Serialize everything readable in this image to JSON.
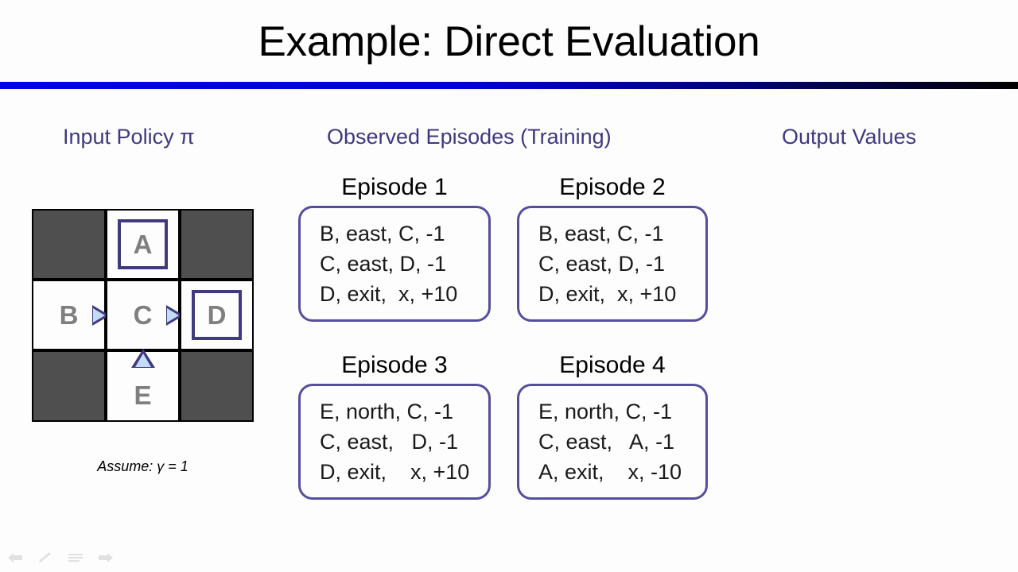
{
  "slide": {
    "title": "Example: Direct Evaluation",
    "rule_gradient_from": "#0000ee",
    "rule_gradient_to": "#000000",
    "background": "#fdfdfd"
  },
  "headers": {
    "input_policy": "Input Policy π",
    "observed_episodes": "Observed Episodes (Training)",
    "output_values": "Output Values",
    "color": "#3f3880"
  },
  "gridworld": {
    "rows": 3,
    "cols": 3,
    "wall_color": "#4f4f4f",
    "open_color": "#fdfdfd",
    "letter_color": "#7f7f7f",
    "accent_color": "#40397e",
    "arrow_fill": "#c3dcf5",
    "cells": [
      {
        "id": "r0c0",
        "type": "wall",
        "label": "",
        "terminal": false,
        "arrow": "none"
      },
      {
        "id": "A",
        "type": "open",
        "label": "A",
        "terminal": true,
        "arrow": "none"
      },
      {
        "id": "r0c2",
        "type": "wall",
        "label": "",
        "terminal": false,
        "arrow": "none"
      },
      {
        "id": "B",
        "type": "open",
        "label": "B",
        "terminal": false,
        "arrow": "east"
      },
      {
        "id": "C",
        "type": "open",
        "label": "C",
        "terminal": false,
        "arrow": "east"
      },
      {
        "id": "D",
        "type": "open",
        "label": "D",
        "terminal": true,
        "arrow": "none"
      },
      {
        "id": "r2c0",
        "type": "wall",
        "label": "",
        "terminal": false,
        "arrow": "none"
      },
      {
        "id": "E",
        "type": "open",
        "label": "E",
        "terminal": false,
        "arrow": "north"
      },
      {
        "id": "r2c2",
        "type": "wall",
        "label": "",
        "terminal": false,
        "arrow": "none"
      }
    ],
    "assume_note": "Assume: γ = 1"
  },
  "episodes": [
    {
      "title": "Episode 1",
      "lines": [
        "B, east, C, -1",
        "C, east, D, -1",
        "D, exit,  x, +10"
      ]
    },
    {
      "title": "Episode 2",
      "lines": [
        "B, east, C, -1",
        "C, east, D, -1",
        "D, exit,  x, +10"
      ]
    },
    {
      "title": "Episode 3",
      "lines": [
        "E, north, C, -1",
        "C, east,   D, -1",
        "D, exit,    x, +10"
      ]
    },
    {
      "title": "Episode 4",
      "lines": [
        "E, north, C, -1",
        "C, east,   A, -1",
        "A, exit,    x, -10"
      ]
    }
  ],
  "output_values": {
    "items": []
  },
  "presenter_toolbar": {
    "icons": [
      "previous-slide-icon",
      "pen-icon",
      "menu-icon",
      "next-slide-icon"
    ]
  }
}
